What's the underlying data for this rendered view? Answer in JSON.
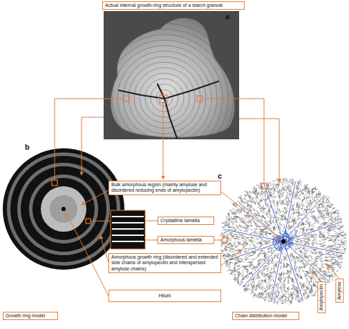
{
  "diagram": {
    "nodes": [
      {
        "text": [
          "Actual internal growth-ring structure of a starch granule"
        ]
      },
      {
        "text": [
          "Bulk amorphous region (mainly amylose and disordered reducing ends of amylopectin)"
        ]
      },
      {
        "text": [
          "Crystalline lamella"
        ]
      },
      {
        "text": [
          "Amorphous lamella"
        ]
      },
      {
        "text": [
          "Amorphous growth ring (disordered and extended side chains of amylopectin and interspersed amylose chains)"
        ]
      },
      {
        "text": [
          "Hilum"
        ]
      },
      {
        "text": [
          "Growth ring model"
        ]
      },
      {
        "text": [
          "Chain distribution model"
        ]
      },
      {
        "text": [
          "Amylopectin"
        ]
      },
      {
        "text": [
          "Amylose"
        ]
      }
    ],
    "labels": [
      "a",
      "b",
      "c"
    ]
  }
}
